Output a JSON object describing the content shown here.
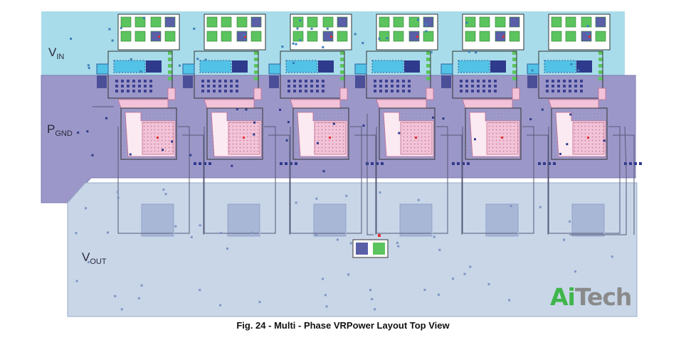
{
  "labels": {
    "vin_main": "V",
    "vin_sub": "IN",
    "pgnd_main": "P",
    "pgnd_sub": "GND",
    "vout_main": "V",
    "vout_sub": "OUT"
  },
  "caption": "Fig. 24 - Multi - Phase VRPower Layout Top View",
  "watermark": {
    "part1": "Ai",
    "part2": "Tech"
  },
  "phase_count": 6,
  "colors": {
    "vin_plane": "#a8dcea",
    "pgnd_plane": "#9c97c9",
    "vout_plane": "#c8d6e8",
    "inductor_pad": "#f2c3d8",
    "output_cap": "#a9b7d6",
    "green_pad": "#5cc45e",
    "trace": "#555a78"
  }
}
